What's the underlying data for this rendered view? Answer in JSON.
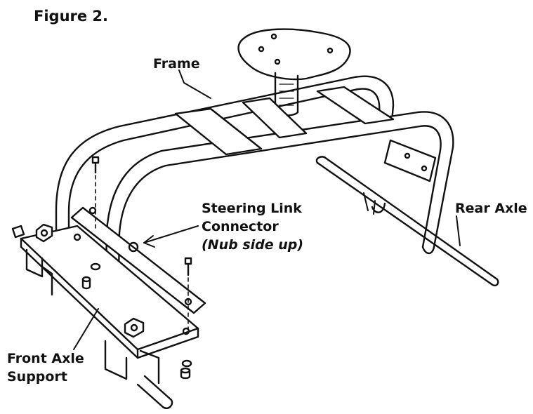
{
  "figure": {
    "title": "Figure 2.",
    "labels": {
      "frame": "Frame",
      "steering_line1": "Steering Link",
      "steering_line2": "Connector",
      "steering_line3": "(Nub side up)",
      "rear_axle": "Rear Axle",
      "front_line1": "Front Axle",
      "front_line2": "Support"
    }
  },
  "colors": {
    "ink": "#111111",
    "paper": "#ffffff",
    "shade": "#d9d9d9"
  }
}
